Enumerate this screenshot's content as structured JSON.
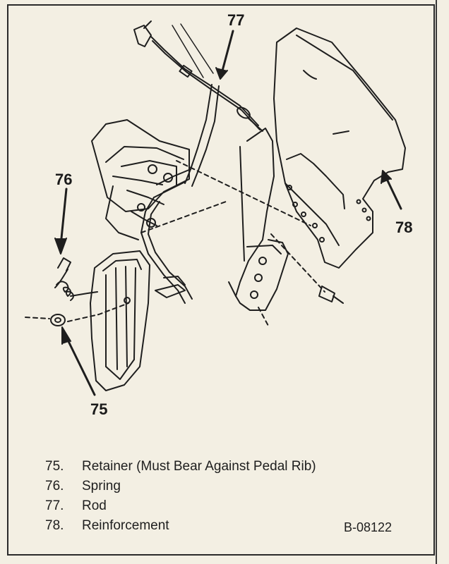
{
  "callouts": {
    "c77": "77",
    "c76": "76",
    "c78": "78",
    "c75": "75"
  },
  "legend": [
    {
      "num": "75.",
      "text": "Retainer (Must Bear Against Pedal Rib)"
    },
    {
      "num": "76.",
      "text": "Spring"
    },
    {
      "num": "77.",
      "text": "Rod"
    },
    {
      "num": "78.",
      "text": "Reinforcement"
    }
  ],
  "figure_id": "B-08122",
  "colors": {
    "paper": "#f3efe3",
    "ink": "#1e1e1e"
  }
}
